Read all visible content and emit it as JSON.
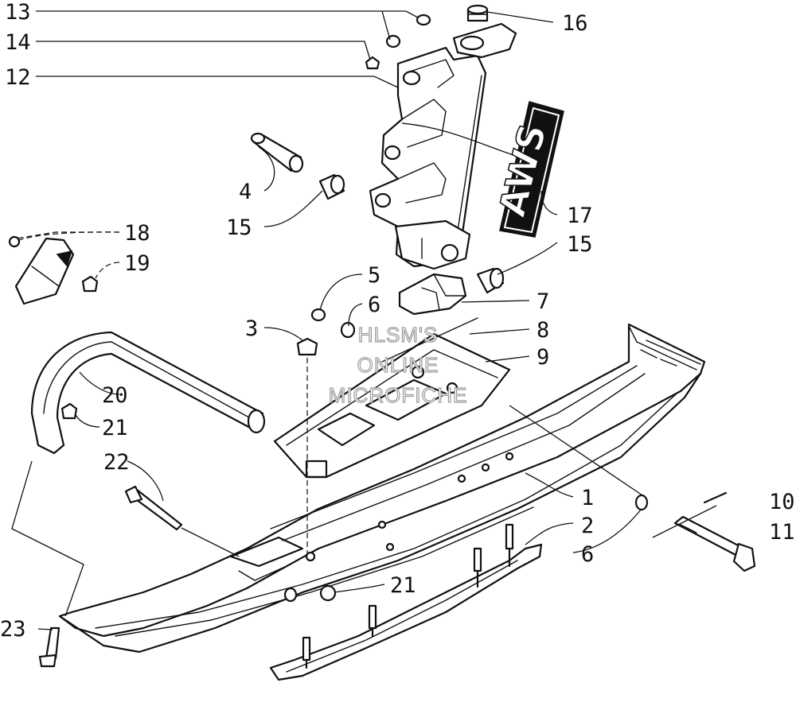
{
  "diagram": {
    "callouts": {
      "c1": "1",
      "c2": "2",
      "c3": "3",
      "c4": "4",
      "c5": "5",
      "c6a": "6",
      "c6b": "6",
      "c7": "7",
      "c8": "8",
      "c9": "9",
      "c10": "10",
      "c11": "11",
      "c12": "12",
      "c13": "13",
      "c14": "14",
      "c15a": "15",
      "c15b": "15",
      "c16": "16",
      "c17": "17",
      "c18": "18",
      "c19": "19",
      "c20": "20",
      "c21a": "21",
      "c21b": "21",
      "c22": "22",
      "c23": "23"
    },
    "decal_text": "AWS",
    "watermark": [
      "HLSM'S",
      "ONLINE",
      "MICROFICHE"
    ]
  }
}
